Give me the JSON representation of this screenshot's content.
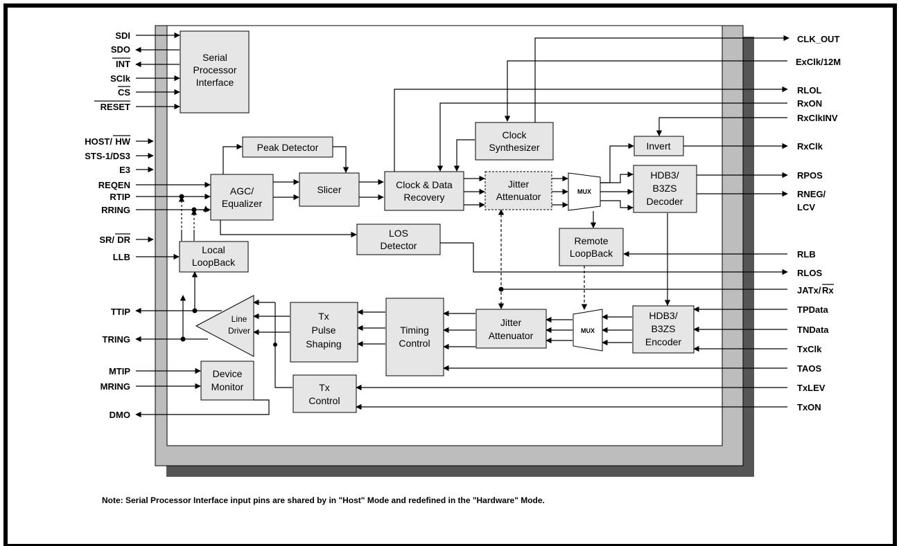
{
  "diagram": {
    "inputs_left": [
      {
        "id": "sdi",
        "text": "SDI"
      },
      {
        "id": "sdo",
        "text": "SDO"
      },
      {
        "id": "int",
        "text": "INT"
      },
      {
        "id": "sclk",
        "text": "SClk"
      },
      {
        "id": "cs",
        "text": "CS"
      },
      {
        "id": "reset",
        "text": "RESET"
      },
      {
        "id": "hosthw_a",
        "text": "HOST/"
      },
      {
        "id": "hosthw_b",
        "text": "HW"
      },
      {
        "id": "sts1",
        "text": "STS-1/DS3"
      },
      {
        "id": "e3",
        "text": "E3"
      },
      {
        "id": "reqen",
        "text": "REQEN"
      },
      {
        "id": "rtip",
        "text": "RTIP"
      },
      {
        "id": "rring",
        "text": "RRING"
      },
      {
        "id": "srdr_a",
        "text": "SR/"
      },
      {
        "id": "srdr_b",
        "text": "DR"
      },
      {
        "id": "llb",
        "text": "LLB"
      },
      {
        "id": "ttip",
        "text": "TTIP"
      },
      {
        "id": "tring",
        "text": "TRING"
      },
      {
        "id": "mtip",
        "text": "MTIP"
      },
      {
        "id": "mring",
        "text": "MRING"
      },
      {
        "id": "dmo",
        "text": "DMO"
      }
    ],
    "pins_right": [
      {
        "id": "clkout",
        "text": "CLK_OUT"
      },
      {
        "id": "exclk",
        "text": "ExClk/12M"
      },
      {
        "id": "rlol",
        "text": "RLOL"
      },
      {
        "id": "rxon",
        "text": "RxON"
      },
      {
        "id": "rxclkinv",
        "text": "RxClkINV"
      },
      {
        "id": "rxclk",
        "text": "RxClk"
      },
      {
        "id": "rpos",
        "text": "RPOS"
      },
      {
        "id": "rneg",
        "text": "RNEG/"
      },
      {
        "id": "lcv",
        "text": "LCV"
      },
      {
        "id": "rlb",
        "text": "RLB"
      },
      {
        "id": "rlos",
        "text": "RLOS"
      },
      {
        "id": "jatx_a",
        "text": "JATx/"
      },
      {
        "id": "jatx_b",
        "text": "Rx"
      },
      {
        "id": "tpdata",
        "text": "TPData"
      },
      {
        "id": "tndata",
        "text": "TNData"
      },
      {
        "id": "txclk",
        "text": "TxClk"
      },
      {
        "id": "taos",
        "text": "TAOS"
      },
      {
        "id": "txlev",
        "text": "TxLEV"
      },
      {
        "id": "txon",
        "text": "TxON"
      }
    ],
    "blocks": {
      "spi": [
        "Serial",
        "Processor",
        "Interface"
      ],
      "peak": [
        "Peak Detector"
      ],
      "agc": [
        "AGC/",
        "Equalizer"
      ],
      "slicer": [
        "Slicer"
      ],
      "cdr": [
        "Clock & Data",
        "Recovery"
      ],
      "clksynth": [
        "Clock",
        "Synthesizer"
      ],
      "jitter_rx": [
        "Jitter",
        "Attenuator"
      ],
      "mux_rx": [
        "MUX"
      ],
      "invert": [
        "Invert"
      ],
      "decoder": [
        "HDB3/",
        "B3ZS",
        "Decoder"
      ],
      "los": [
        "LOS",
        "Detector"
      ],
      "local_lb": [
        "Local",
        "LoopBack"
      ],
      "remote_lb": [
        "Remote",
        "LoopBack"
      ],
      "line_driver": [
        "Line",
        "Driver"
      ],
      "pulse": [
        "Tx",
        "Pulse",
        "Shaping"
      ],
      "timing": [
        "Timing",
        "Control"
      ],
      "jitter_tx": [
        "Jitter",
        "Attenuator"
      ],
      "mux_tx": [
        "MUX"
      ],
      "encoder": [
        "HDB3/",
        "B3ZS",
        "Encoder"
      ],
      "devmon": [
        "Device",
        "Monitor"
      ],
      "txctrl": [
        "Tx",
        "Control"
      ]
    },
    "note": "Note:  Serial Processor Interface input pins are shared by  in \"Host\" Mode and redefined in the \"Hardware\" Mode."
  }
}
